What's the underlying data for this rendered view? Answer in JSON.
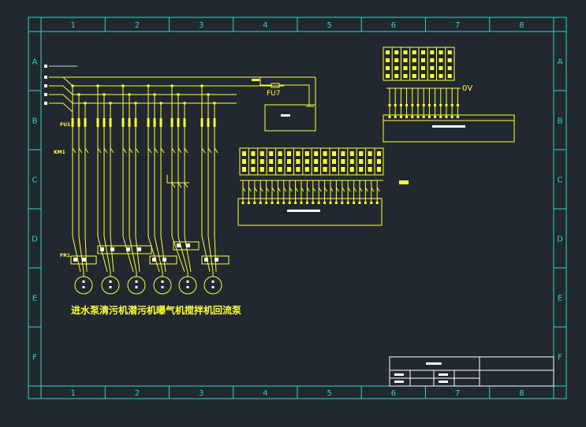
{
  "frame": {
    "columns": [
      "1",
      "2",
      "3",
      "4",
      "5",
      "6",
      "7",
      "8"
    ],
    "rows": [
      "A",
      "B",
      "C",
      "D",
      "E",
      "F"
    ]
  },
  "colors": {
    "background": "#212830",
    "frame": "#2fd4c2",
    "wiring": "#ffff33",
    "sheet_border": "#ffffff"
  },
  "labels": {
    "fu1": "FU1",
    "fu7": "FU7",
    "km1": "KM1",
    "fr1": "FR1",
    "ov": "0V"
  },
  "motor_names": [
    "进水泵",
    "清污机",
    "潜污机",
    "曝气机",
    "搅拌机",
    "回流泵"
  ],
  "motor_caption": "进水泵清污机潜污机曝气机搅拌机回流泵"
}
